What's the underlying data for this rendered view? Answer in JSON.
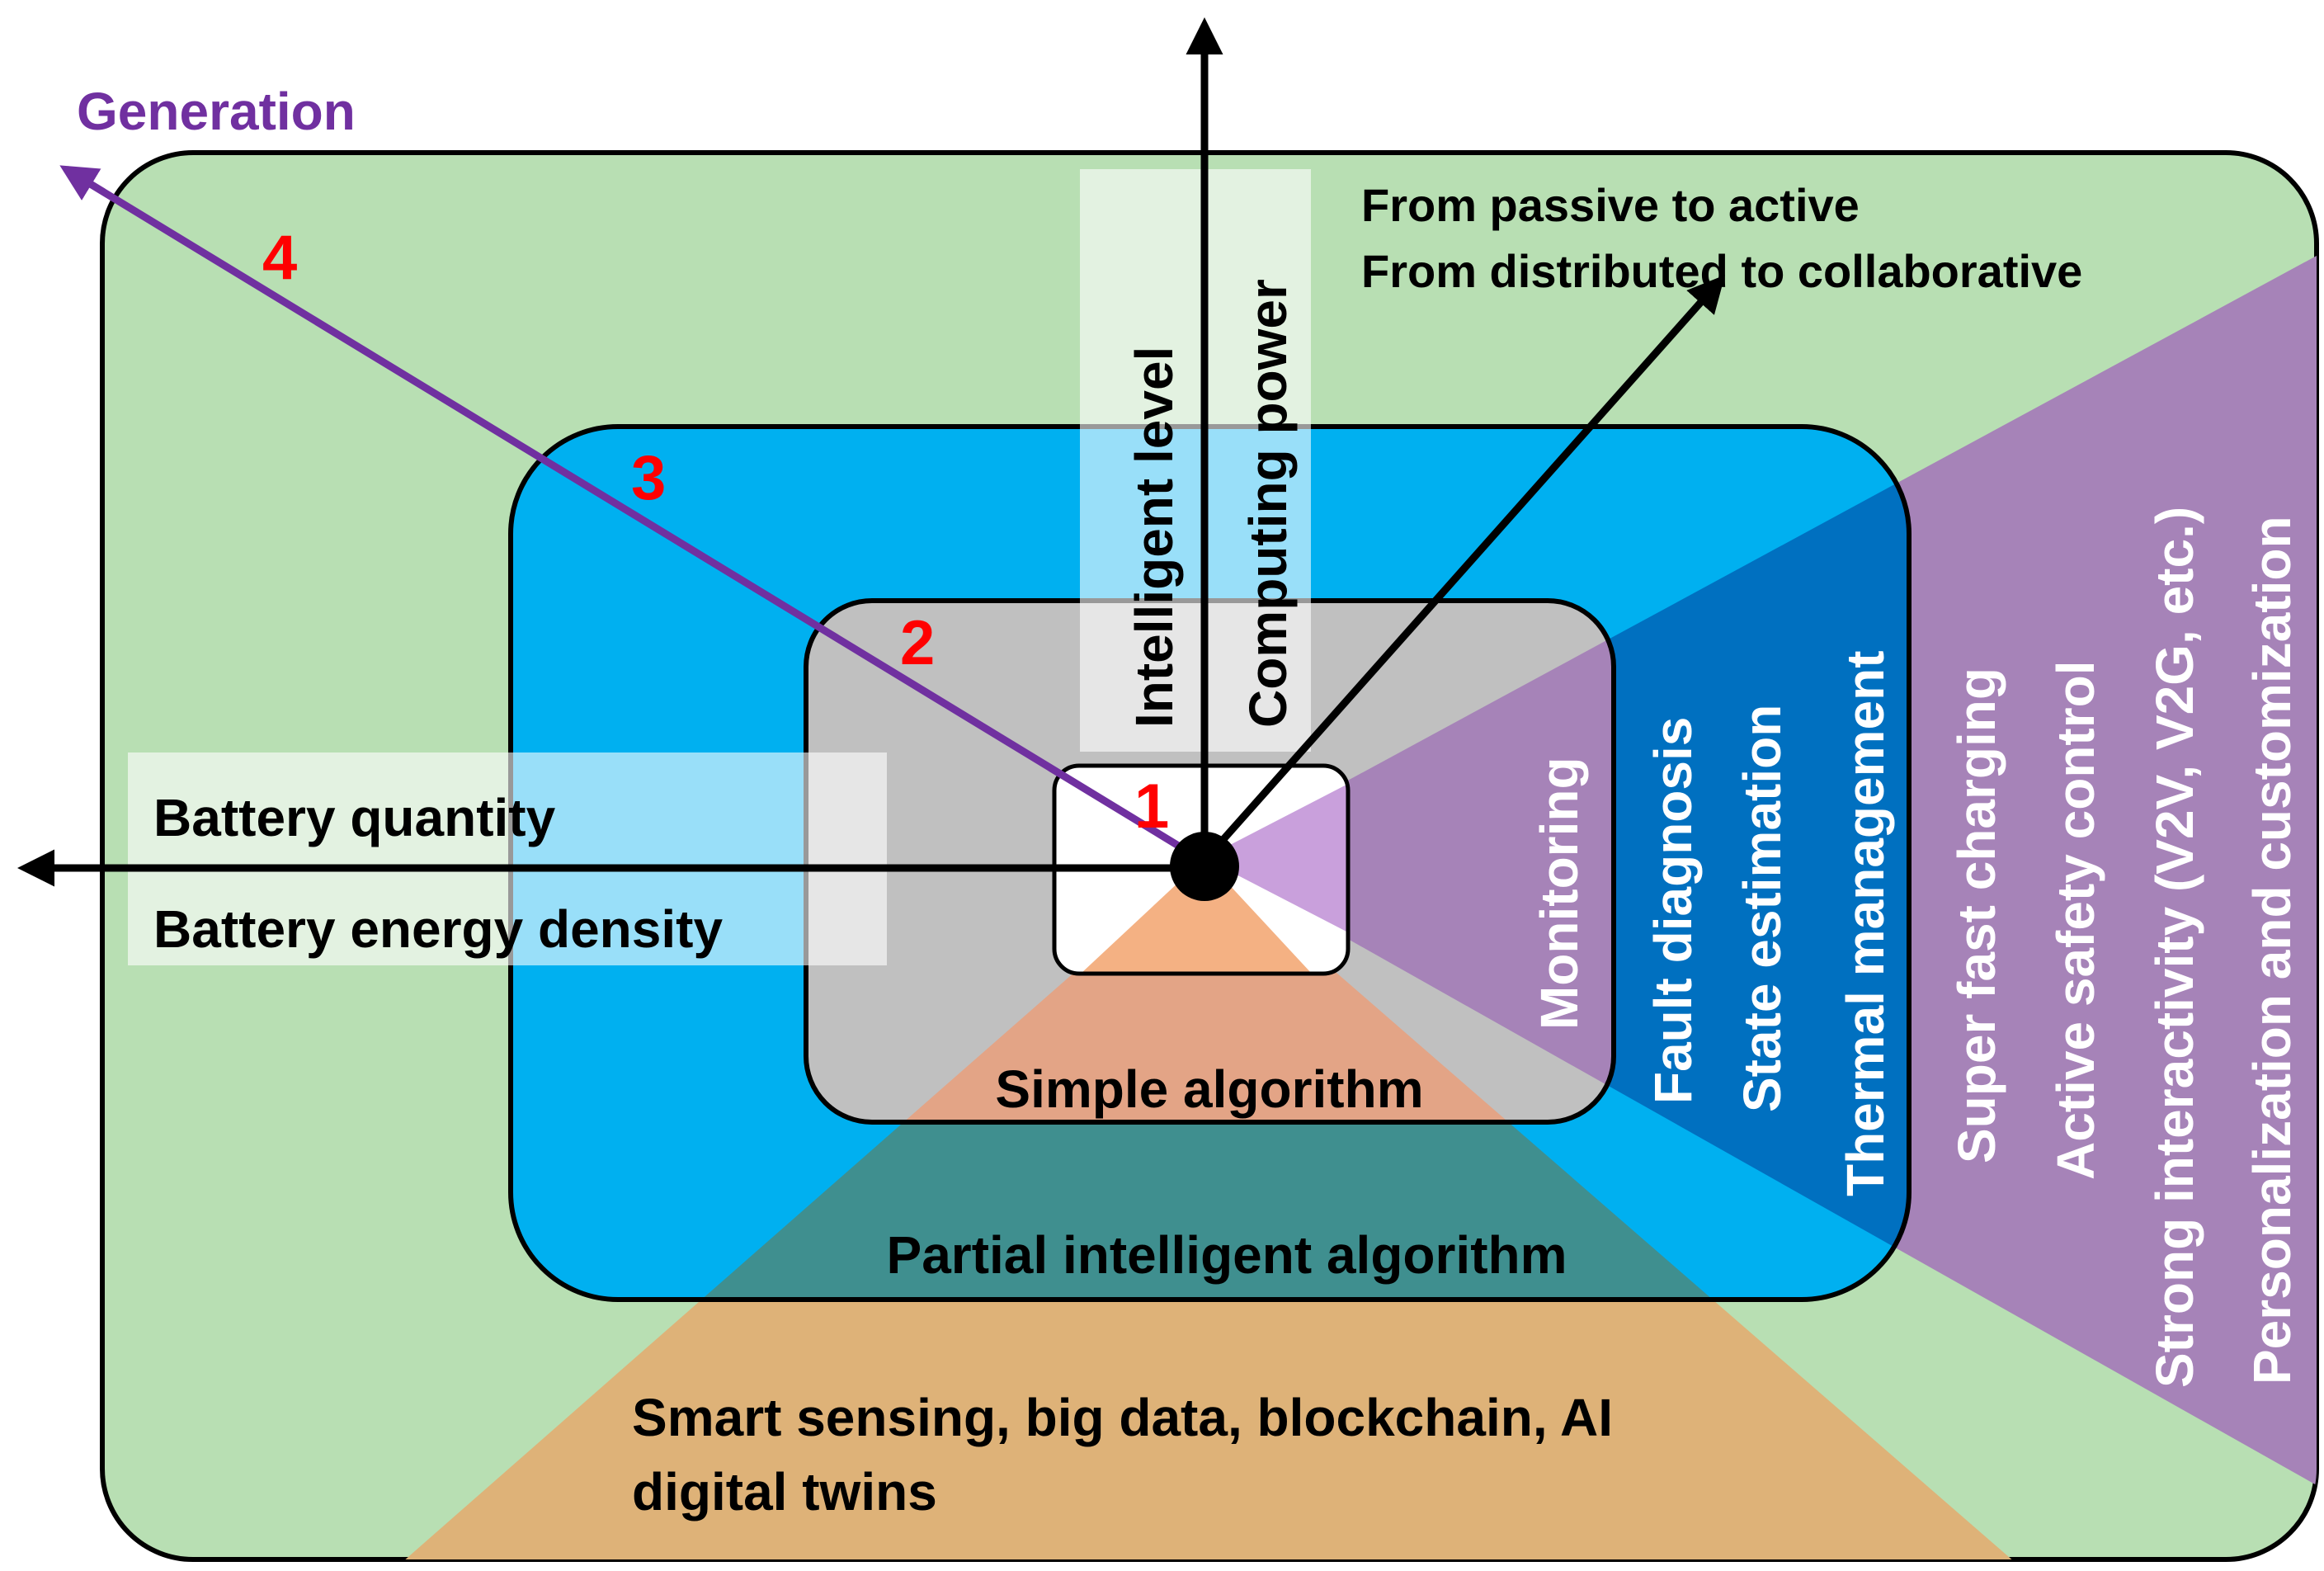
{
  "axes": {
    "generation_label": "Generation",
    "vertical_label_1": "Intelligent level",
    "vertical_label_2": "Computing power",
    "horizontal_label_1": "Battery quantity",
    "horizontal_label_2": "Battery energy density",
    "diagonal_label_1": "From passive to active",
    "diagonal_label_2": "From distributed to collaborative"
  },
  "generations": [
    "1",
    "2",
    "3",
    "4"
  ],
  "algorithms": {
    "level_1": "Simple algorithm",
    "level_2": "Partial intelligent algorithm",
    "level_3_line_1": "Smart sensing, big data, blockchain, AI",
    "level_3_line_2": "digital twins"
  },
  "functions": {
    "monitoring": "Monitoring",
    "fault_diagnosis": "Fault diagnosis",
    "state_estimation": "State estimation",
    "thermal_management": "Thermal management",
    "super_fast_charging": "Super fast charging",
    "active_safety_control": "Active safety control",
    "strong_interactivity": "Strong interactivity (V2V, V2G, etc.)",
    "personalization": "Personalization and customization"
  },
  "colors": {
    "generation_4_fill": "#b8dfb3",
    "generation_3_fill": "#00b0f0",
    "generation_2_fill": "#c0c0c0",
    "generation_1_fill": "#ffffff",
    "algorithm_inner": "#f4b183",
    "algorithm_middle": "#3f8f8f",
    "algorithm_outer": "#deb278",
    "function_purple": "#a683b8",
    "function_dark_blue": "#0070c0",
    "generation_arrow": "#7030a0",
    "generation_number": "#ff0000",
    "axis_arrow": "#000000"
  }
}
